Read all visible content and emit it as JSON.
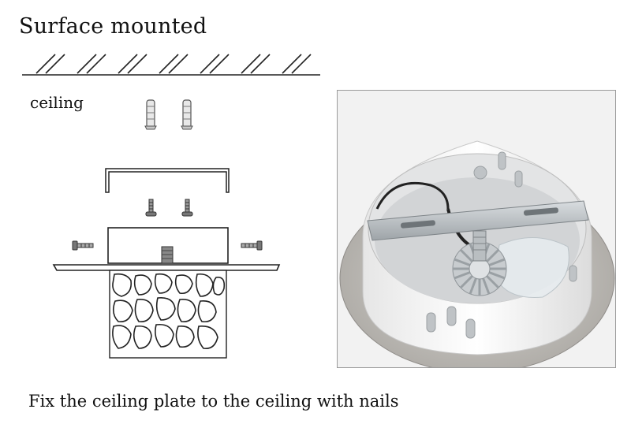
{
  "header": {
    "title": "Surface mounted"
  },
  "diagram": {
    "ceiling_label": "ceiling"
  },
  "photo": {
    "subject": "white round surface-mount box with mounting bracket"
  },
  "footer": {
    "caption": "Fix the ceiling plate to the ceiling with nails"
  }
}
